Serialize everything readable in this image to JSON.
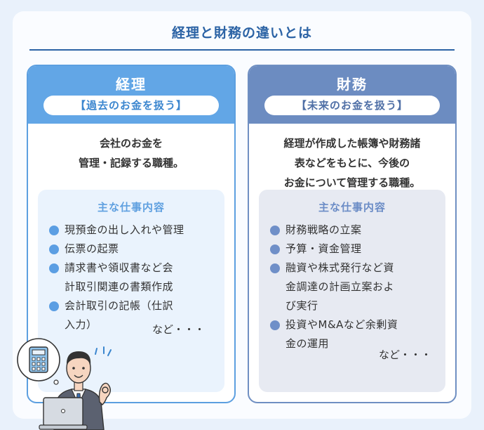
{
  "page": {
    "title": "経理と財務の違いとは"
  },
  "accounting": {
    "title": "経理",
    "subtitle": "【過去のお金を扱う】",
    "description": "会社のお金を\n管理・記録する職種。",
    "duties_title": "主な仕事内容",
    "duties": [
      "現預金の出し入れや管理",
      "伝票の起票",
      "請求書や領収書など会\n計取引関連の書類作成",
      "会計取引の記帳（仕訳\n入力）"
    ],
    "etc": "など・・・"
  },
  "finance": {
    "title": "財務",
    "subtitle": "【未来のお金を扱う】",
    "description": "経理が作成した帳簿や財務諸\n表などをもとに、今後の\nお金について管理する職種。",
    "duties_title": "主な仕事内容",
    "duties": [
      "財務戦略の立案",
      "予算・資金管理",
      "融資や株式発行など資\n金調達の計画立案およ\nび実行",
      "投資やM&Aなど余剰資\n金の運用"
    ],
    "etc": "など・・・"
  },
  "colors": {
    "accent": "#2c63a5",
    "accounting": "#62a6e6",
    "finance": "#6c8cc1"
  },
  "illustration": {
    "icon": "businessman-calculator-laptop"
  }
}
